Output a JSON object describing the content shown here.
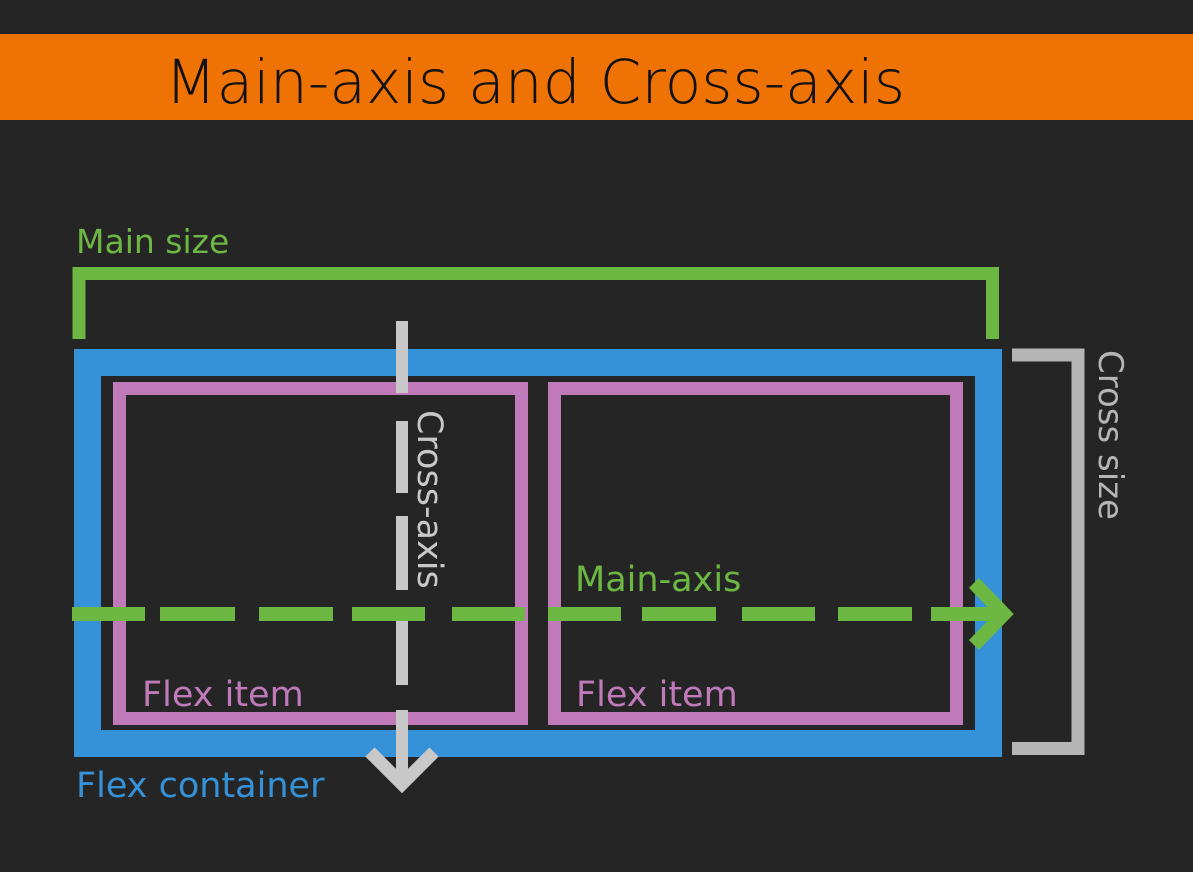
{
  "title": "Main-axis and Cross-axis",
  "colors": {
    "background": "#252525",
    "title_bar": "#EF7204",
    "title_text": "#111111",
    "container": "#3592D9",
    "item": "#C07ABA",
    "main": "#6DB843",
    "cross": "#C8C8C8",
    "cross_size": "#B5B5B5"
  },
  "labels": {
    "main_size": "Main size",
    "cross_size": "Cross size",
    "main_axis": "Main-axis",
    "cross_axis": "Cross-axis",
    "flex_item_1": "Flex item",
    "flex_item_2": "Flex item",
    "flex_container": "Flex container"
  }
}
